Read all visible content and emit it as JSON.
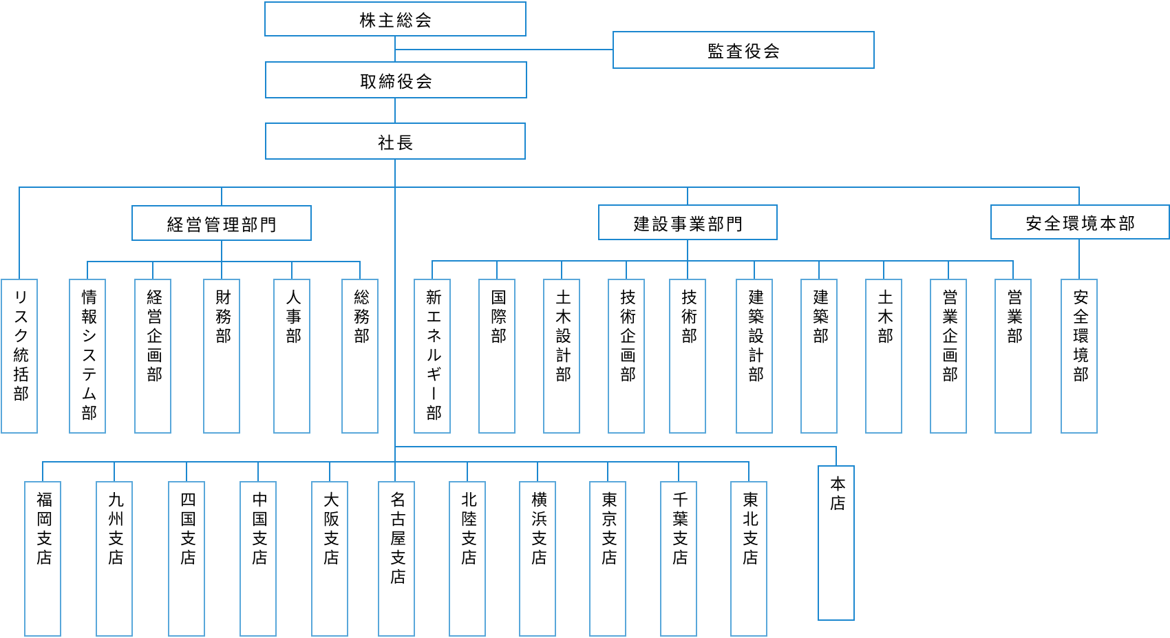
{
  "colors": {
    "line": "#1b87cf",
    "frame-border": "#1b87cf",
    "dept-border": "#58a7da",
    "text": "#000000",
    "bg": "#ffffff"
  },
  "org": {
    "shareholders_meeting": "株主総会",
    "audit_board": "監査役会",
    "board_of_directors": "取締役会",
    "president": "社長",
    "divisions": {
      "management": {
        "label": "経営管理部門",
        "departments": [
          "リスク統括部",
          "情報システム部",
          "経営企画部",
          "財務部",
          "人事部",
          "総務部"
        ]
      },
      "construction": {
        "label": "建設事業部門",
        "departments": [
          "新エネルギー部",
          "国際部",
          "土木設計部",
          "技術企画部",
          "技術部",
          "建築設計部",
          "建築部",
          "土木部",
          "営業企画部",
          "営業部"
        ]
      },
      "safety_environment": {
        "label": "安全環境本部",
        "departments": [
          "安全環境部"
        ]
      }
    },
    "branches": [
      "福岡支店",
      "九州支店",
      "四国支店",
      "中国支店",
      "大阪支店",
      "名古屋支店",
      "北陸支店",
      "横浜支店",
      "東京支店",
      "千葉支店",
      "東北支店"
    ],
    "head_office": "本店"
  }
}
